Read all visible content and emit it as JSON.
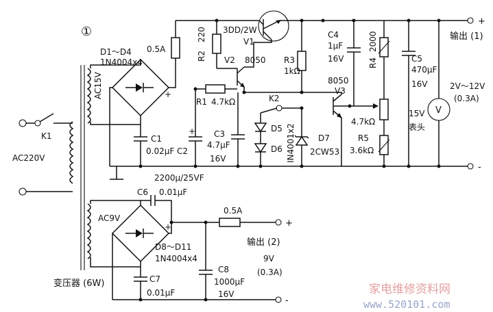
{
  "figure_number": "①",
  "labels": {
    "d1_d4": "D1～D4",
    "d1_d4_part": "1N4004x4",
    "fuse1": "0.5A",
    "r2": "R2",
    "r2_val": "220",
    "v1_part": "3DD/2W",
    "v1": "V1",
    "v2": "V2",
    "v2_part": "8050",
    "c4": "C4",
    "c4_val": "1μF",
    "c4_volt": "16V",
    "r4_val": "2000",
    "r4": "R4",
    "out1": "输出 (1)",
    "ac15v": "AC15V",
    "r3": "R3",
    "r3_val": "1kΩ",
    "v3_part": "8050",
    "v3": "V3",
    "c5": "C5",
    "c5_val": "470μF",
    "c5_volt": "16V",
    "out1_range": "2V～12V",
    "out1_current": "(0.3A)",
    "r1": "R1",
    "r1_val": "4.7kΩ",
    "k2": "K2",
    "k1": "K1",
    "c1": "C1",
    "c1_val": "0.02μF",
    "c2": "C2",
    "c3": "C3",
    "c3_val": "4.7μF",
    "c3_volt": "16V",
    "d5": "D5",
    "d6": "D6",
    "d5_d6_part": "IN4001x2",
    "d7": "D7",
    "d7_part": "2CW53",
    "pot_val": "4.7kΩ",
    "meter_volt": "15V",
    "meter_label": "表头",
    "meter_symbol": "V",
    "r5": "R5",
    "r5_val": "3.6kΩ",
    "ac220v": "AC220V",
    "c2_val": "2200μ/25VF",
    "c6": "C6",
    "c6_val": "0.01μF",
    "ac9v": "AC9V",
    "fuse2": "0.5A",
    "d8_d11": "D8～D11",
    "d8_d11_part": "1N4004x4",
    "out2": "输出 (2)",
    "out2_volt": "9V",
    "out2_current": "(0.3A)",
    "c8": "C8",
    "c8_val": "1000μF",
    "c8_volt": "16V",
    "c7": "C7",
    "c7_val": "0.01μF",
    "transformer": "变压器 (6W)",
    "plus1": "+",
    "minus1": "-",
    "plus_bridge1": "+",
    "plus_bridge2": "+",
    "plus2": "+",
    "minus2": "-",
    "watermark": "家电维修资料网",
    "watermark_url": "www.520101.com"
  }
}
